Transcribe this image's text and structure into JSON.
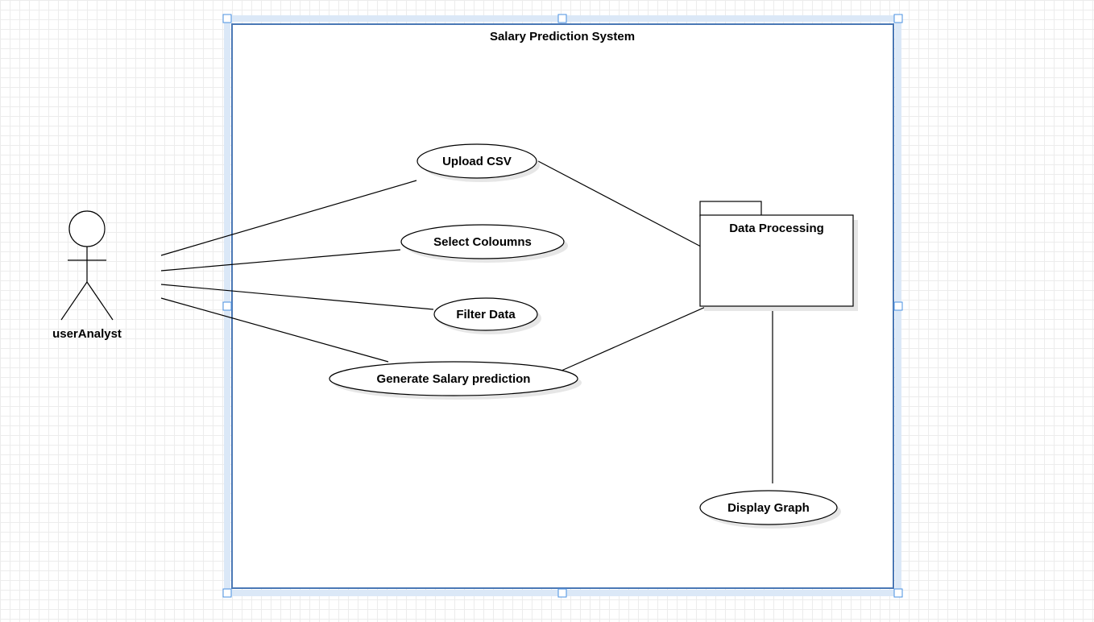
{
  "diagram": {
    "system_title": "Salary Prediction System",
    "actor": {
      "label": "userAnalyst"
    },
    "use_cases": {
      "upload_csv": "Upload CSV",
      "select_columns": "Select Coloumns",
      "filter_data": "Filter Data",
      "generate_prediction": "Generate Salary prediction",
      "display_graph": "Display Graph"
    },
    "package": {
      "label": "Data Processing"
    }
  },
  "colors": {
    "system_border": "#4a78b5",
    "selection_handles": "#4a90e2",
    "line": "#000000",
    "shadow": "#e6e6e6"
  }
}
